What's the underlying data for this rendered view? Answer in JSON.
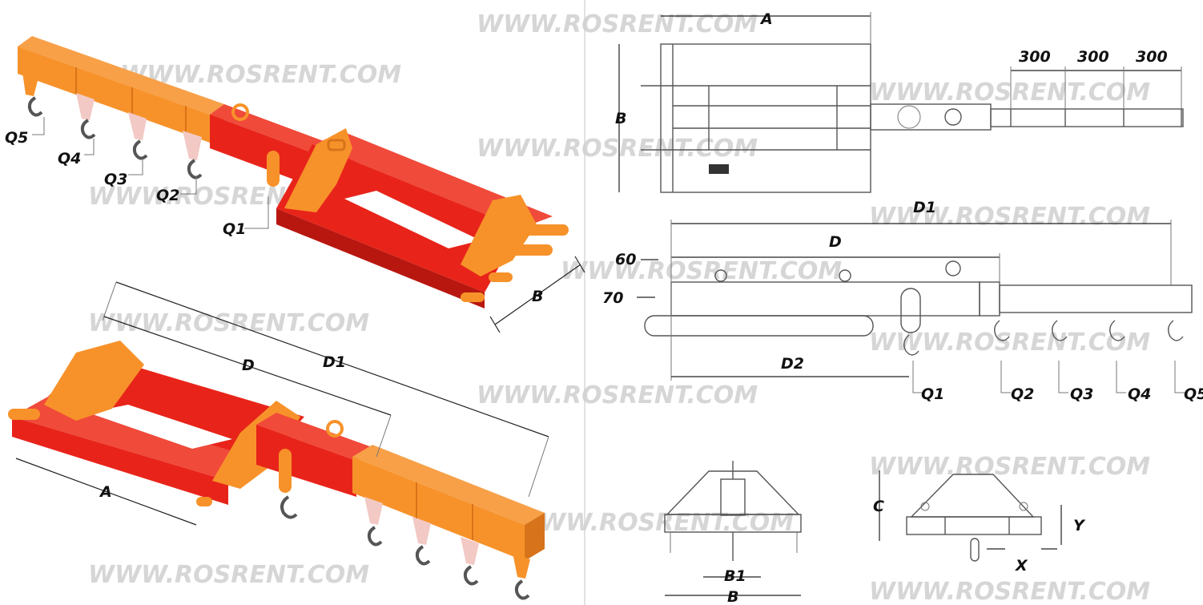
{
  "watermark": "WWW.ROSRENT.COM",
  "iso_top": {
    "labels": {
      "q5": "Q5",
      "q4": "Q4",
      "q3": "Q3",
      "q2": "Q2",
      "q1": "Q1",
      "b": "B"
    }
  },
  "iso_bottom": {
    "labels": {
      "d": "D",
      "d1": "D1",
      "a": "A"
    }
  },
  "plan_view": {
    "labels": {
      "a": "A",
      "b": "B",
      "spacing1": "300",
      "spacing2": "300",
      "spacing3": "300"
    }
  },
  "side_view": {
    "labels": {
      "d1": "D1",
      "d": "D",
      "d2": "D2",
      "offset60": "60",
      "offset70": "70",
      "q1": "Q1",
      "q2": "Q2",
      "q3": "Q3",
      "q4": "Q4",
      "q5": "Q5"
    }
  },
  "end_view_front": {
    "labels": {
      "b1": "B1",
      "b": "B"
    }
  },
  "end_view_back": {
    "labels": {
      "c": "C",
      "y": "Y",
      "x": "X"
    }
  },
  "colors": {
    "beam_red": "#e8241a",
    "beam_red_dark": "#b81710",
    "extension_orange": "#f7922a",
    "extension_orange_dark": "#d7731a",
    "hook_white": "#f1f1f1",
    "lug_pink": "#f2c9c4",
    "line_gray": "#555555"
  }
}
